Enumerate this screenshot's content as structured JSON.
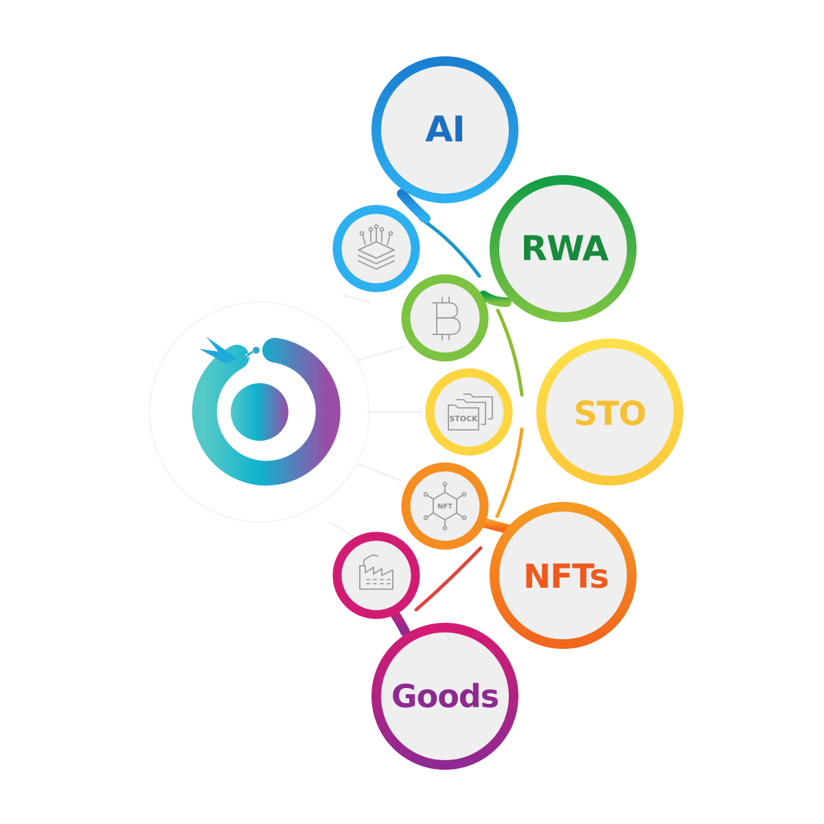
{
  "nodes": [
    {
      "id": "ai",
      "label": "AI",
      "color": "#1a7fd0",
      "text_color": "#1b6fc2",
      "icon": "circuit-layers-icon"
    },
    {
      "id": "rwa",
      "label": "RWA",
      "color": "#16a34a",
      "text_color": "#188a3c",
      "icon": "bitcoin-icon"
    },
    {
      "id": "sto",
      "label": "STO",
      "color": "#fdd540",
      "text_color": "#f6c033",
      "icon": "stock-folder-icon",
      "icon_text": "STOCK"
    },
    {
      "id": "nfts",
      "label": "NFTs",
      "color": "#f47a1f",
      "text_color": "#ee5a1c",
      "icon": "nft-chip-icon",
      "icon_text": "NFT"
    },
    {
      "id": "goods",
      "label": "Goods",
      "color": "#a4288f",
      "text_color": "#8e2a8f",
      "icon": "factory-icon"
    }
  ],
  "colors": {
    "ai_light": "#2fb0f0",
    "goods_light": "#d81b74",
    "fill": "#efefef",
    "logo_teal": "#4ec6c8",
    "logo_purple": "#9b4fa6"
  }
}
